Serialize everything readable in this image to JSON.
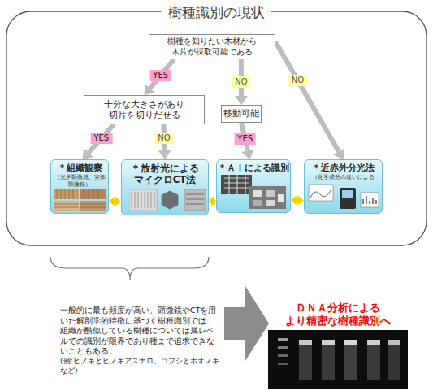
{
  "diagram": {
    "title": "樹種識別の現状",
    "nodes": [
      {
        "text": [
          "樹種を知りたい木材から 木片が採取可能である"
        ]
      },
      {
        "text": [
          "十分な大きさがあり 切片を切りだせる"
        ]
      },
      {
        "text": [
          "移動可能"
        ]
      },
      {
        "text": [
          "＊組織観察",
          "（光学顕微鏡、実体顕微鏡）"
        ]
      },
      {
        "text": [
          "＊放射光による マイクロCT法"
        ]
      },
      {
        "text": [
          "＊ＡＩによる識別"
        ]
      },
      {
        "text": [
          "＊近赤外分光法",
          "（化学成分の違いによる"
        ]
      }
    ],
    "edges": [
      {
        "from": 0,
        "to": 1,
        "arrow": "to",
        "label": "YES"
      },
      {
        "from": 0,
        "to": 2,
        "arrow": "to",
        "label": "NO"
      },
      {
        "from": 0,
        "to": 6,
        "arrow": "to",
        "label": "NO"
      },
      {
        "from": 1,
        "to": 3,
        "arrow": "to",
        "label": "YES"
      },
      {
        "from": 1,
        "to": 4,
        "arrow": "to",
        "label": "NO"
      },
      {
        "from": 2,
        "to": 5,
        "arrow": "to",
        "label": "YES"
      },
      {
        "from": 3,
        "to": 4,
        "arrow": "both"
      },
      {
        "from": 4,
        "to": 5,
        "arrow": "both"
      },
      {
        "from": 5,
        "to": 6,
        "arrow": "both"
      }
    ],
    "labels": [
      "一般的に最も頻度が高い、顕微鏡やCTを用いた解剖学的特徴に基づく樹種識別では、組織が酷似している樹種については属レベルでの識別が限界であり種まで追求できないこともある。",
      "(例:ヒノキとヒノキアスナロ、コブシとホオノキなど)",
      "ＤＮＡ分析による より精密な樹種識別へ"
    ]
  }
}
